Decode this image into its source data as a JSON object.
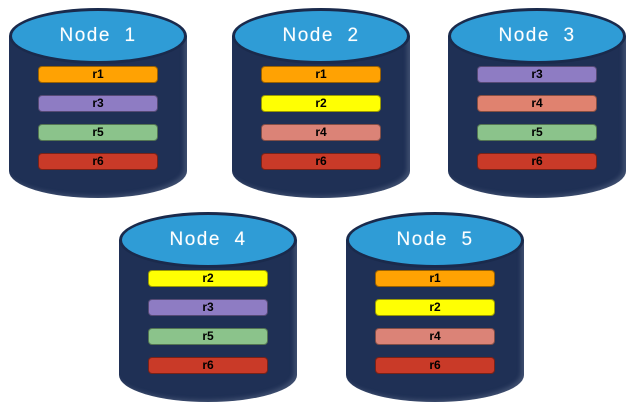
{
  "diagram": {
    "description": "Database nodes with replica partitions",
    "colors": {
      "cylinder_body": "#1F3055",
      "cylinder_top": "#2F9CD6",
      "cylinder_outline": "#1A2A4C",
      "background": "#FFFFFF",
      "bar_text": "#000000",
      "title_text": "#FFFFFF"
    }
  },
  "nodes": [
    {
      "label": "Node  1",
      "replicas": [
        {
          "label": "r1",
          "color": "#FFA203"
        },
        {
          "label": "r3",
          "color": "#8E7CC3"
        },
        {
          "label": "r5",
          "color": "#8BC38B"
        },
        {
          "label": "r6",
          "color": "#C93A28"
        }
      ]
    },
    {
      "label": "Node  2",
      "replicas": [
        {
          "label": "r1",
          "color": "#FFA203"
        },
        {
          "label": "r2",
          "color": "#FFFF03"
        },
        {
          "label": "r4",
          "color": "#DB8377"
        },
        {
          "label": "r6",
          "color": "#C93A28"
        }
      ]
    },
    {
      "label": "Node  3",
      "replicas": [
        {
          "label": "r3",
          "color": "#8E7CC3"
        },
        {
          "label": "r4",
          "color": "#E0826F"
        },
        {
          "label": "r5",
          "color": "#8BC38B"
        },
        {
          "label": "r6",
          "color": "#C93A28"
        }
      ]
    },
    {
      "label": "Node  4",
      "replicas": [
        {
          "label": "r2",
          "color": "#FFFF03"
        },
        {
          "label": "r3",
          "color": "#8E7CC3"
        },
        {
          "label": "r5",
          "color": "#8BC38B"
        },
        {
          "label": "r6",
          "color": "#C93A28"
        }
      ]
    },
    {
      "label": "Node  5",
      "replicas": [
        {
          "label": "r1",
          "color": "#FFA203"
        },
        {
          "label": "r2",
          "color": "#FFFF03"
        },
        {
          "label": "r4",
          "color": "#DB8377"
        },
        {
          "label": "r6",
          "color": "#C93A28"
        }
      ]
    }
  ]
}
